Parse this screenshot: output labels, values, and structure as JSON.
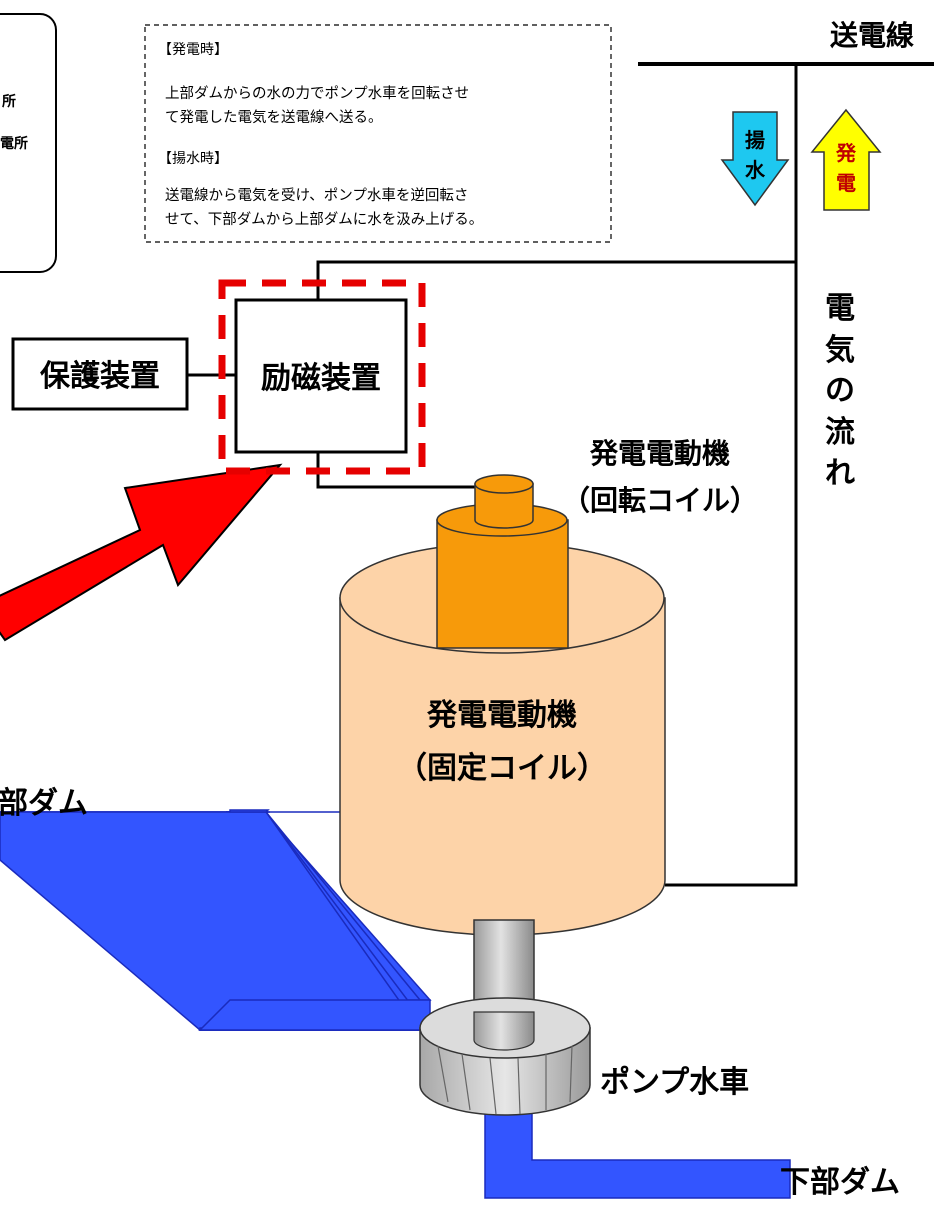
{
  "legend_box": {
    "line1": "所",
    "line2": "電所"
  },
  "info_box": {
    "generation_heading": "【発電時】",
    "generation_line1": "上部ダムからの水の力でポンプ水車を回転させ",
    "generation_line2": "て発電した電気を送電線へ送る。",
    "pumping_heading": "【揚水時】",
    "pumping_line1": "送電線から電気を受け、ポンプ水車を逆回転さ",
    "pumping_line2": "せて、下部ダムから上部ダムに水を汲み上げる。"
  },
  "labels": {
    "transmission_line": "送電線",
    "pumping_chars": [
      "揚",
      "水"
    ],
    "generation_chars": [
      "発",
      "電"
    ],
    "electricity_flow_chars": [
      "電",
      "気",
      "の",
      "流",
      "れ"
    ],
    "protection_device": "保護装置",
    "excitation_device": "励磁装置",
    "rotor_line1": "発電電動機",
    "rotor_line2": "（回転コイル）",
    "stator_line1": "発電電動機",
    "stator_line2": "（固定コイル）",
    "upper_dam": "部ダム",
    "pump_turbine": "ポンプ水車",
    "lower_dam": "下部ダム"
  },
  "colors": {
    "pumping_arrow": "#1ec8f0",
    "generation_arrow": "#ffff00",
    "big_arrow": "#ff0000",
    "water": "#3355ff",
    "stator": "#fdd3a8",
    "rotor": "#f79a0a",
    "highlight_dash": "#e60000",
    "shaft": "#bfbfbf"
  }
}
